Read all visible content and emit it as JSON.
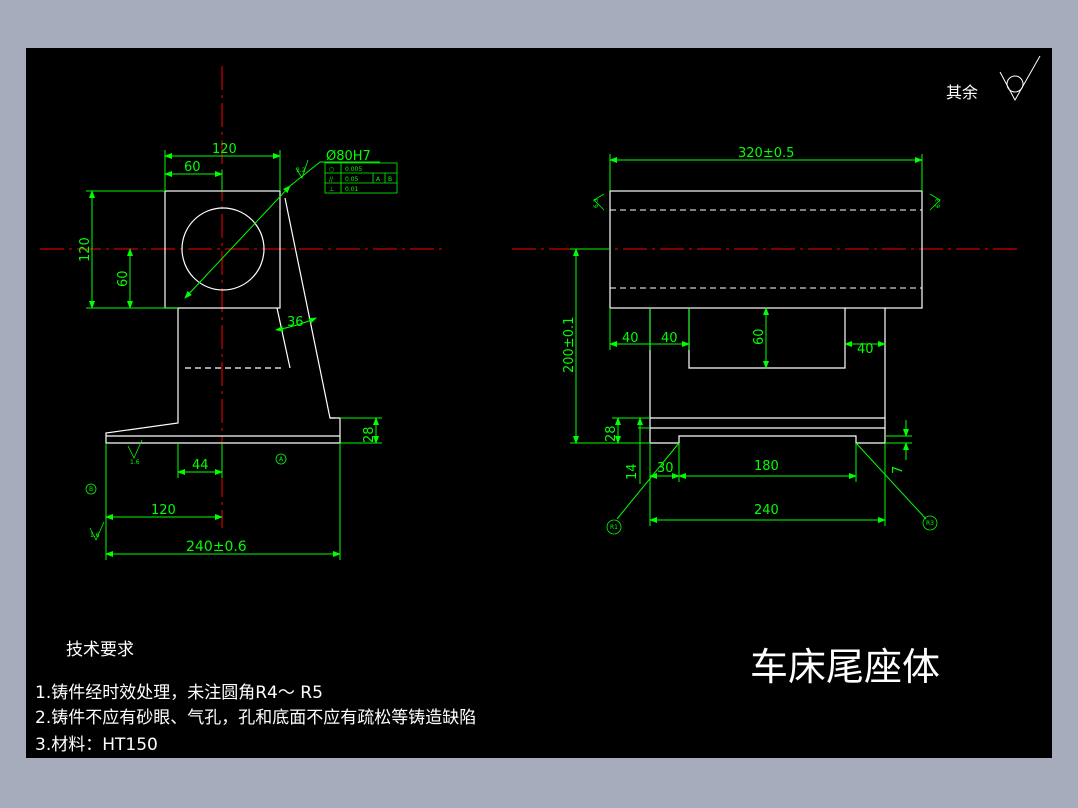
{
  "colors": {
    "frame_bg": "#a6acbc",
    "sheet_bg": "#000000",
    "outline": "#ffffff",
    "dimension": "#00ff00",
    "centerline": "#ff0000"
  },
  "surface_finish_note": "其余",
  "title": "车床尾座体",
  "notes": {
    "heading": "技术要求",
    "items": [
      "1.铸件经时效处理，未注圆角R4～ R5",
      "2.铸件不应有砂眼、气孔，孔和底面不应有疏松等铸造缺陷",
      "3.材料：HT150"
    ]
  },
  "front_view": {
    "dims": {
      "top_width": "120",
      "half_width": "60",
      "bore": "Ø80H7",
      "height_left": "120",
      "center_height": "60",
      "rib": "36",
      "foot_height": "28",
      "foot_offset": "44",
      "base_half": "120",
      "overall_width": "240±0.6"
    },
    "tolerance_frame": [
      [
        "○",
        "0.005",
        "",
        ""
      ],
      [
        "//",
        "0.05",
        "A",
        "B"
      ],
      [
        "⊥",
        "0.01",
        "",
        ""
      ]
    ],
    "roughness_marks": [
      "1.6",
      "3.2",
      "A",
      "B",
      "1.6"
    ]
  },
  "side_view": {
    "dims": {
      "overall_length": "320±0.5",
      "center_height": "200±0.1",
      "left_step": "40",
      "left_step2": "40",
      "slot_depth": "60",
      "right_step": "40",
      "base_height": "28",
      "recess_depth": "14",
      "edge": "30",
      "recess_width": "180",
      "right_depth": "7",
      "bottom_width": "240"
    },
    "roughness_marks": [
      "6.3",
      "6.3",
      "R1",
      "R3"
    ]
  }
}
